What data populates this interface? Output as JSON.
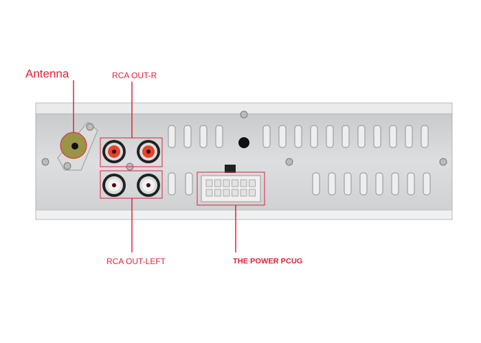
{
  "labels": {
    "antenna": "Antenna",
    "rca_out_r": "RCA OUT-R",
    "rca_out_left": "RCA OUT-LEFT",
    "power_plug": "THE POWER PCUG"
  },
  "colors": {
    "callout": "#e0203a",
    "panel": "#d4d6d8",
    "rail": "#e8eaec",
    "rca_red": "#e8412c",
    "rca_white": "#f2f2f2",
    "antenna_gold": "#9a9447"
  }
}
